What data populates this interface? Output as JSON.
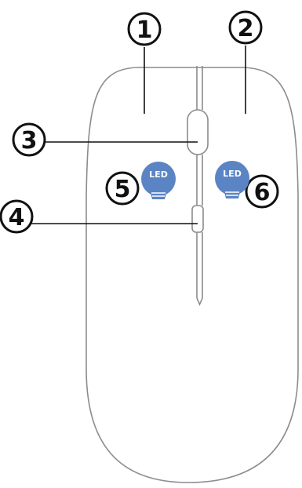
{
  "callouts": {
    "c1": "1",
    "c2": "2",
    "c3": "3",
    "c4": "4",
    "c5": "5",
    "c6": "6"
  },
  "led": {
    "left_label": "LED",
    "right_label": "LED",
    "color": "#5b84c4"
  },
  "colors": {
    "outline": "#8c8c8c",
    "callout": "#111111"
  }
}
